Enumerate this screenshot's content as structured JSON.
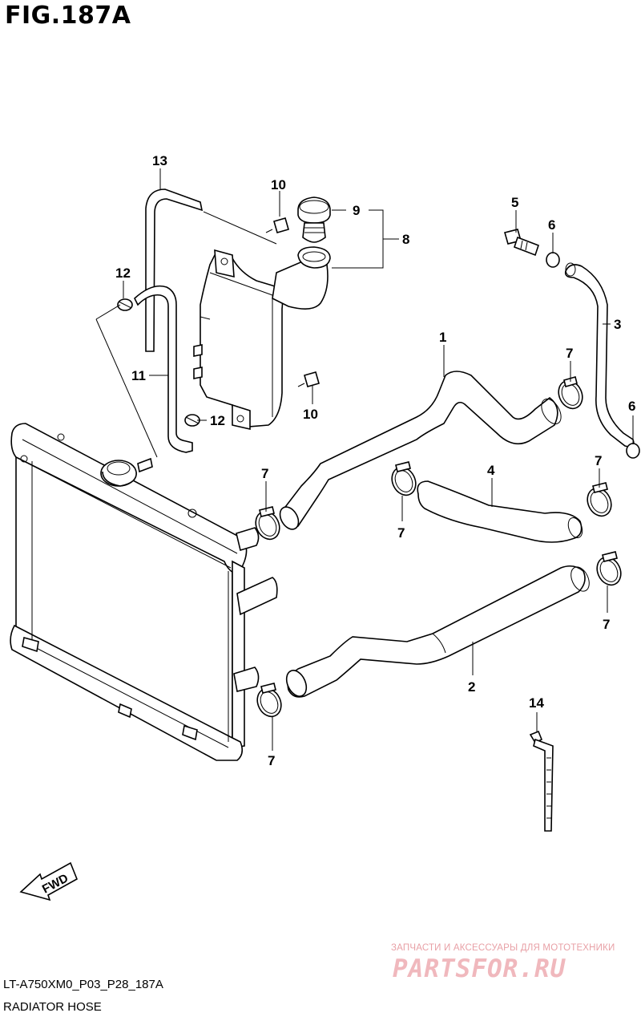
{
  "figure": {
    "title": "FIG.187A",
    "reference_code": "LT-A750XM0_P03_P28_187A",
    "subtitle": "RADIATOR HOSE",
    "direction_label": "FWD"
  },
  "callouts": [
    {
      "id": "c13",
      "text": "13"
    },
    {
      "id": "c10a",
      "text": "10"
    },
    {
      "id": "c9",
      "text": "9"
    },
    {
      "id": "c8",
      "text": "8"
    },
    {
      "id": "c5",
      "text": "5"
    },
    {
      "id": "c6a",
      "text": "6"
    },
    {
      "id": "c12a",
      "text": "12"
    },
    {
      "id": "c3",
      "text": "3"
    },
    {
      "id": "c1",
      "text": "1"
    },
    {
      "id": "c7a",
      "text": "7"
    },
    {
      "id": "c11",
      "text": "11"
    },
    {
      "id": "c10b",
      "text": "10"
    },
    {
      "id": "c12b",
      "text": "12"
    },
    {
      "id": "c6b",
      "text": "6"
    },
    {
      "id": "c7b",
      "text": "7"
    },
    {
      "id": "c4",
      "text": "4"
    },
    {
      "id": "c7c",
      "text": "7"
    },
    {
      "id": "c7d",
      "text": "7"
    },
    {
      "id": "c7e",
      "text": "7"
    },
    {
      "id": "c2",
      "text": "2"
    },
    {
      "id": "c7f",
      "text": "7"
    },
    {
      "id": "c7g",
      "text": "7"
    },
    {
      "id": "c14",
      "text": "14"
    }
  ],
  "watermark": {
    "tagline": "ЗАПЧАСТИ И АКСЕССУАРЫ ДЛЯ МОТОТЕХНИКИ",
    "logo_text": "PARTSFOR.RU"
  }
}
